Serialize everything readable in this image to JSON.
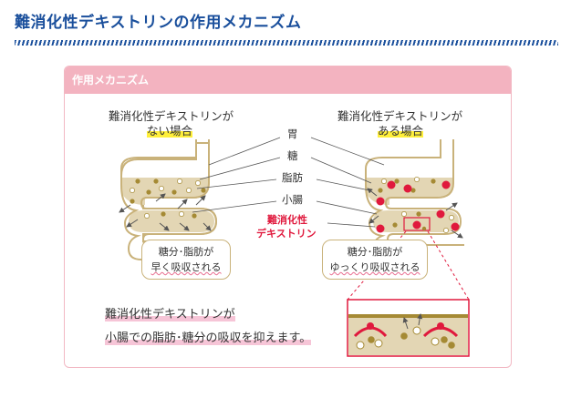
{
  "page": {
    "title": "難消化性デキストリンの作用メカニズム"
  },
  "card": {
    "header": "作用メカニズム",
    "left": {
      "heading_line1": "難消化性デキストリンが",
      "heading_line2": "ない場合",
      "bubble_line1": "糖分･脂肪が",
      "bubble_line2": "早く吸収される"
    },
    "right": {
      "heading_line1": "難消化性デキストリンが",
      "heading_line2": "ある場合",
      "bubble_line1": "糖分･脂肪が",
      "bubble_line2": "ゆっくり吸収される"
    },
    "labels": {
      "stomach": "胃",
      "sugar": "糖",
      "fat": "脂肪",
      "small_intestine": "小腸",
      "dextrin_line1": "難消化性",
      "dextrin_line2": "デキストリン"
    },
    "summary": {
      "line1": "難消化性デキストリンが",
      "line2": "小腸での脂肪･糖分の吸収を抑えます。"
    }
  },
  "colors": {
    "title_blue": "#1a4f9c",
    "header_pink": "#f3b3c0",
    "gut_tan": "#e3d6b4",
    "gut_outline": "#c9b27a",
    "fat_dot": "#a58a34",
    "dextrin_red": "#e0193d",
    "highlight_yellow": "#ffef3a",
    "highlight_pink": "#f6c5d7"
  }
}
